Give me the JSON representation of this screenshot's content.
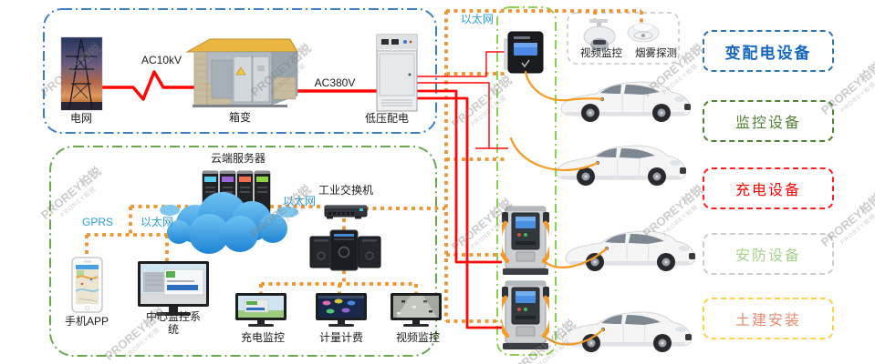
{
  "watermark": {
    "text": "PROREY柏锐",
    "sub": "PROREY柏锐"
  },
  "power_section": {
    "grid": "电网",
    "ac_line1": "AC10kV",
    "transformer": "箱变",
    "ac_line2": "AC380V",
    "lv_dist": "低压配电"
  },
  "control_section": {
    "cloud": "云端服务器",
    "gprs": "GPRS",
    "ethernet_left": "以太网",
    "ethernet_cloud": "以太网",
    "switch": "工业交换机",
    "phone": "手机APP",
    "center": "中心监控系统",
    "monitors": [
      {
        "label": "充电监控"
      },
      {
        "label": "计量计费"
      },
      {
        "label": "视频监控"
      }
    ]
  },
  "field_section": {
    "ethernet_top": "以太网",
    "camera": "视频监控",
    "smoke": "烟雾探测"
  },
  "legend": [
    {
      "label": "变配电设备",
      "color": "#1667c1",
      "border": "#2e75b6"
    },
    {
      "label": "监控设备",
      "color": "#538135",
      "border": "#538135"
    },
    {
      "label": "充电设备",
      "color": "#fe0000",
      "border": "#fe2020"
    },
    {
      "label": "安防设备",
      "color": "#a9d18e",
      "border": "#cccccc"
    },
    {
      "label": "土建安装",
      "color": "#e98b71",
      "border": "#ffd24d"
    }
  ],
  "colors": {
    "ethernet_line": "#ed9531",
    "power_line": "#fe0808",
    "network_label": "#2e9fd8",
    "power_zone_border": "#3d7fc4",
    "monitor_zone_border": "#69a84e",
    "charger_zone_border": "#8fd14f"
  }
}
